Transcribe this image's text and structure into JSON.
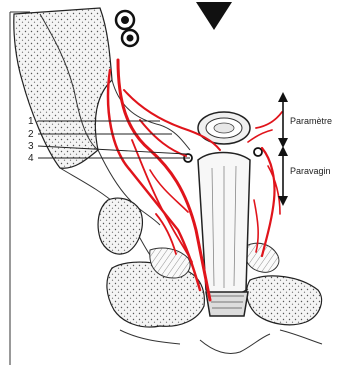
{
  "figure": {
    "callouts": [
      "1",
      "2",
      "3",
      "4"
    ],
    "labels": {
      "parametrium": "Paramètre",
      "paravagina": "Paravagin"
    },
    "colors": {
      "ink": "#2b2b2b",
      "vessel": "#e0141b",
      "paper": "#ffffff",
      "shade": "#cfcfcf"
    },
    "icons": [
      "down-triangle-icon",
      "double-arrow-icon"
    ]
  }
}
